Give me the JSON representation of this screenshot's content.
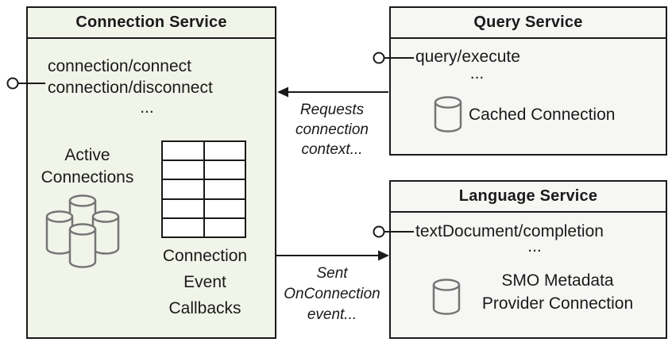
{
  "colors": {
    "connection_box_fill": "#F1F4E9",
    "service_box_fill": "#F6F6F4",
    "border": "#1A1A1A",
    "cylinder_stroke": "#757575"
  },
  "connection_service": {
    "title": "Connection Service",
    "methods": [
      "connection/connect",
      "connection/disconnect"
    ],
    "ellipsis": "...",
    "active_connections_label": "Active\nConnections",
    "callbacks_label": "Connection\nEvent\nCallbacks",
    "callbacks_table": {
      "rows": 5,
      "cols": 2
    }
  },
  "query_service": {
    "title": "Query Service",
    "methods": [
      "query/execute"
    ],
    "ellipsis": "...",
    "cached_connection_label": "Cached Connection"
  },
  "language_service": {
    "title": "Language Service",
    "methods": [
      "textDocument/completion"
    ],
    "ellipsis": "...",
    "smo_label": "SMO Metadata\nProvider Connection"
  },
  "arrows": {
    "requests_label": "Requests\nconnection\ncontext...",
    "sent_label": "Sent\nOnConnection\nevent..."
  }
}
